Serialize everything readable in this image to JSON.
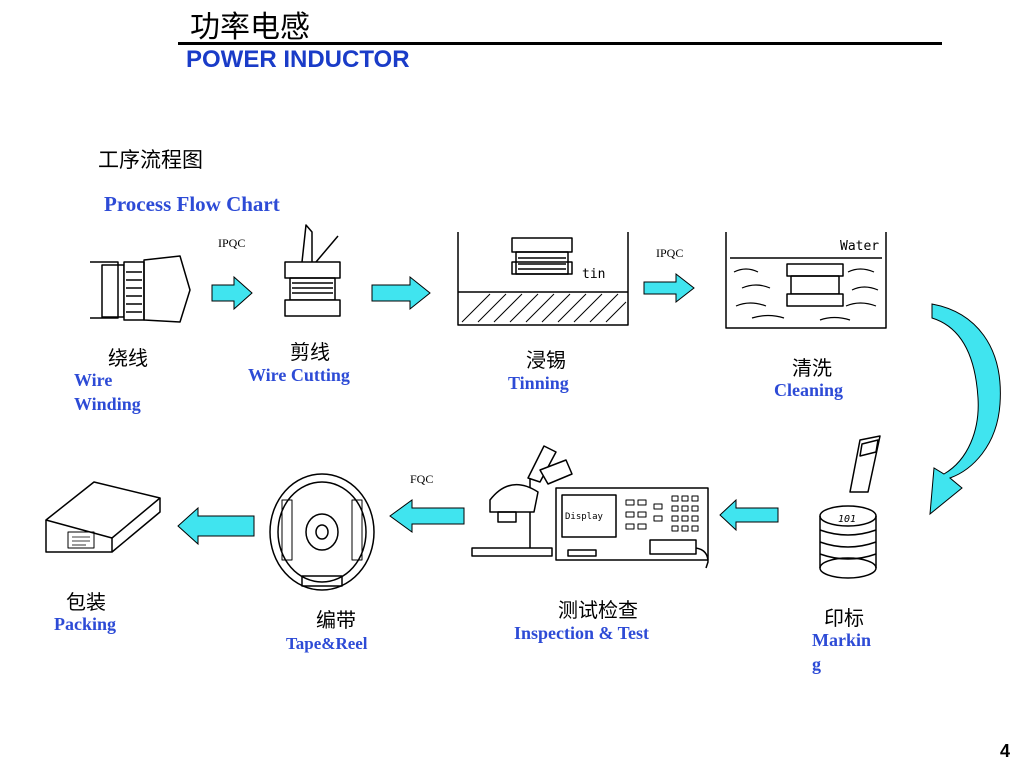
{
  "header": {
    "title_cn": "功率电感",
    "title_en": "POWER INDUCTOR"
  },
  "chart": {
    "title_cn": "工序流程图",
    "title_en": "Process Flow Chart"
  },
  "checkpoints": {
    "ipqc_1": "IPQC",
    "ipqc_2": "IPQC",
    "fqc": "FQC"
  },
  "illustration_text": {
    "tin": "tin",
    "water": "Water",
    "display": "Display",
    "marking": "101"
  },
  "steps": [
    {
      "cn": "绕线",
      "en_line1": "Wire",
      "en_line2": "Winding"
    },
    {
      "cn": "剪线",
      "en": "Wire Cutting"
    },
    {
      "cn": "浸锡",
      "en": "Tinning"
    },
    {
      "cn": "清洗",
      "en": "Cleaning"
    },
    {
      "cn": "印标",
      "en_line1": "Markin",
      "en_line2": "g"
    },
    {
      "cn": "测试检查",
      "en": "Inspection & Test"
    },
    {
      "cn": "编带",
      "en": "Tape&Reel"
    },
    {
      "cn": "包装",
      "en": "Packing"
    }
  ],
  "page_number": "4",
  "colors": {
    "accent_text": "#2d4bd6",
    "title_blue": "#1a3cc8",
    "arrow_fill": "#40e4ef"
  }
}
